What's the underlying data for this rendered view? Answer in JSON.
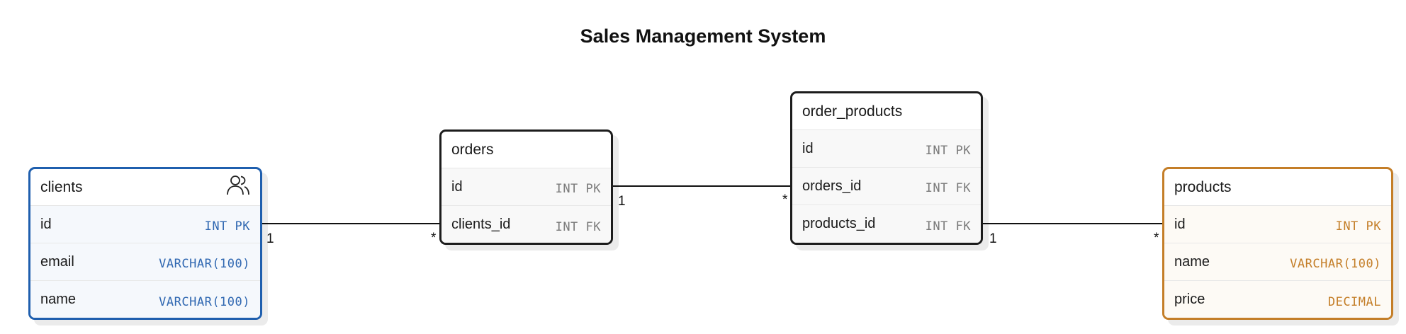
{
  "title": "Sales Management System",
  "entities": {
    "clients": {
      "name": "clients",
      "icon": "users-icon",
      "color": "#1f5fae",
      "fields": [
        {
          "name": "id",
          "type": "INT PK"
        },
        {
          "name": "email",
          "type": "VARCHAR(100)"
        },
        {
          "name": "name",
          "type": "VARCHAR(100)"
        }
      ]
    },
    "orders": {
      "name": "orders",
      "color": "#1c1c1c",
      "fields": [
        {
          "name": "id",
          "type": "INT PK"
        },
        {
          "name": "clients_id",
          "type": "INT FK"
        }
      ]
    },
    "order_products": {
      "name": "order_products",
      "color": "#1c1c1c",
      "fields": [
        {
          "name": "id",
          "type": "INT PK"
        },
        {
          "name": "orders_id",
          "type": "INT FK"
        },
        {
          "name": "products_id",
          "type": "INT FK"
        }
      ]
    },
    "products": {
      "name": "products",
      "color": "#c47e28",
      "fields": [
        {
          "name": "id",
          "type": "INT PK"
        },
        {
          "name": "name",
          "type": "VARCHAR(100)"
        },
        {
          "name": "price",
          "type": "DECIMAL"
        }
      ]
    }
  },
  "relationships": [
    {
      "from": "clients.id",
      "to": "orders.clients_id",
      "from_card": "1",
      "to_card": "*"
    },
    {
      "from": "orders.id",
      "to": "order_products.orders_id",
      "from_card": "1",
      "to_card": "*"
    },
    {
      "from": "order_products.products_id",
      "to": "products.id",
      "from_card": "1",
      "to_card": "*"
    }
  ]
}
